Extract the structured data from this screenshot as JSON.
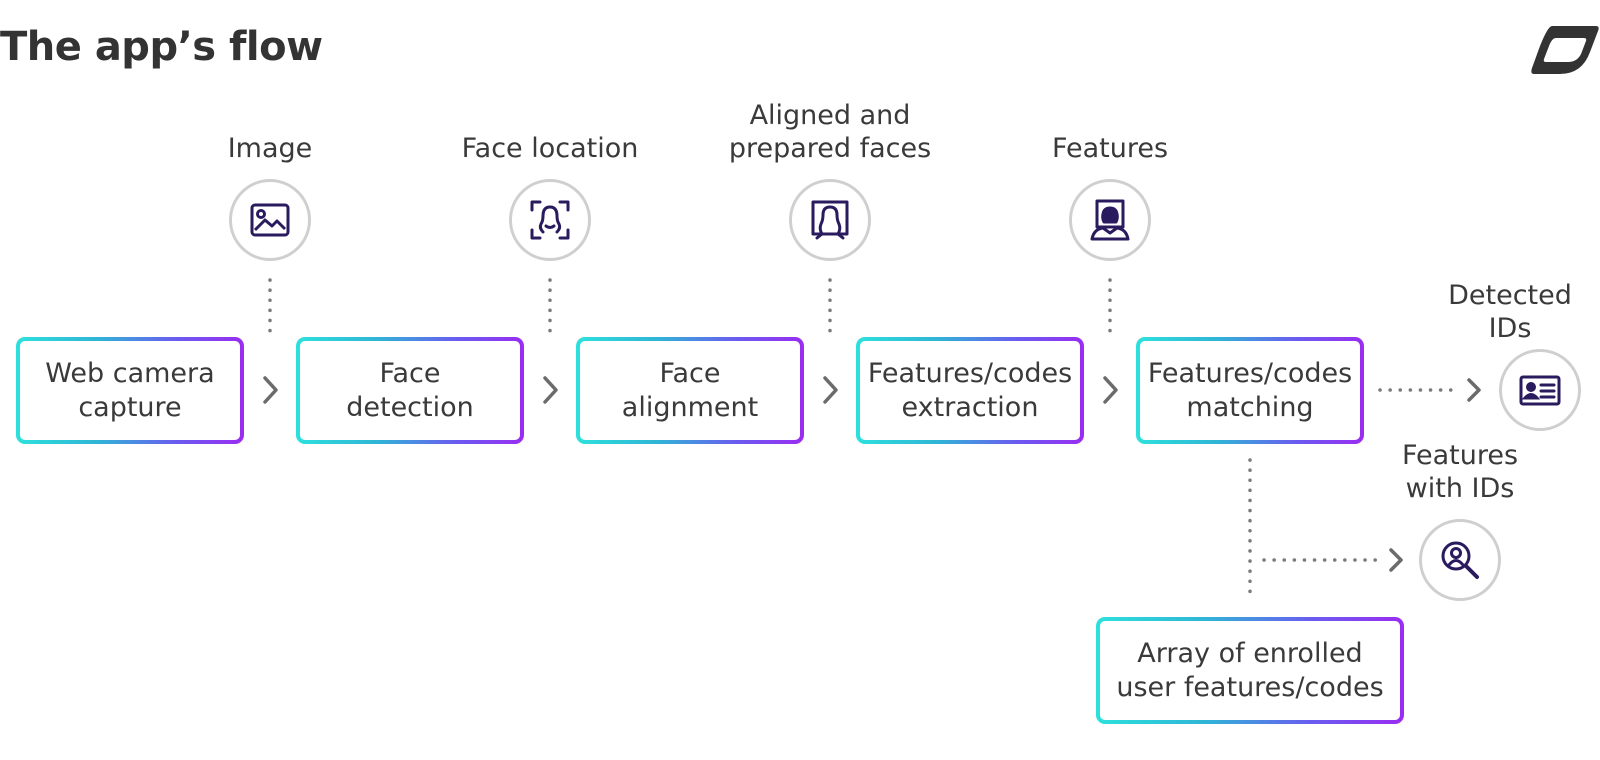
{
  "title": "The app’s flow",
  "colors": {
    "gradient_start": "#2ee0dc",
    "gradient_end": "#9a2cf2",
    "icon_stroke": "#2a1a5e",
    "icon_circle_border": "#cfcfcf",
    "connector": "#6b6b6b"
  },
  "steps": [
    {
      "label": "Web camera\ncapture"
    },
    {
      "label": "Face\ndetection"
    },
    {
      "label": "Face\nalignment"
    },
    {
      "label": "Features/codes\nextraction"
    },
    {
      "label": "Features/codes\nmatching"
    },
    {
      "label": "Array of enrolled\nuser features/codes"
    }
  ],
  "outputs": [
    {
      "label": "Image",
      "icon": "image-icon"
    },
    {
      "label": "Face location",
      "icon": "face-scan-icon"
    },
    {
      "label": "Aligned and\nprepared faces",
      "icon": "face-frame-icon"
    },
    {
      "label": "Features",
      "icon": "face-features-icon"
    },
    {
      "label": "Detected\nIDs",
      "icon": "id-card-icon"
    },
    {
      "label": "Features\nwith IDs",
      "icon": "search-person-icon"
    }
  ]
}
